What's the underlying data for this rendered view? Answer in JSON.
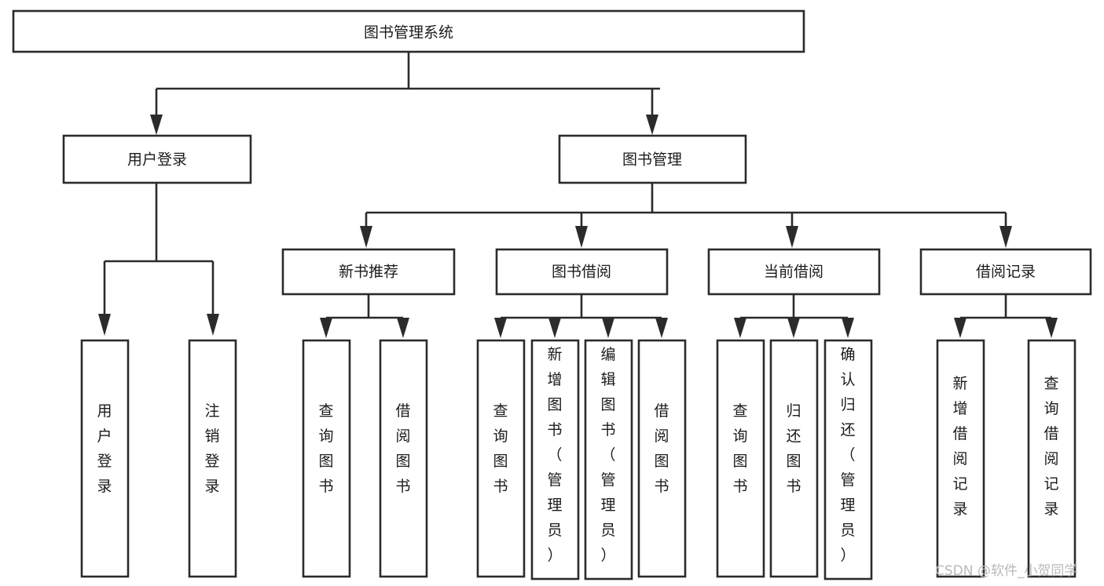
{
  "diagram": {
    "title": "图书管理系统",
    "type": "tree-hierarchy-diagram",
    "background_color": "#ffffff",
    "stroke_color": "#2b2b2b",
    "box_fill_color": "#ffffff",
    "text_color": "#1b1b1b"
  },
  "nodes": {
    "root": {
      "label": "图书管理系统",
      "level": 0,
      "orientation": "horizontal"
    },
    "l1": [
      {
        "id": "user-login",
        "label": "用户登录",
        "level": 1,
        "orientation": "horizontal"
      },
      {
        "id": "book-management",
        "label": "图书管理",
        "level": 1,
        "orientation": "horizontal"
      }
    ],
    "l2": [
      {
        "id": "new-book-recommend",
        "label": "新书推荐",
        "level": 2,
        "orientation": "horizontal"
      },
      {
        "id": "book-borrow",
        "label": "图书借阅",
        "level": 2,
        "orientation": "horizontal"
      },
      {
        "id": "current-borrow",
        "label": "当前借阅",
        "level": 2,
        "orientation": "horizontal"
      },
      {
        "id": "borrow-record",
        "label": "借阅记录",
        "level": 2,
        "orientation": "horizontal"
      }
    ],
    "leaves": {
      "user-login": [
        {
          "id": "leaf-user-login",
          "label": "用户登录",
          "orientation": "vertical"
        },
        {
          "id": "leaf-user-logout",
          "label": "注销登录",
          "orientation": "vertical"
        }
      ],
      "new-book-recommend": [
        {
          "id": "leaf-query-book-1",
          "label": "查询图书",
          "orientation": "vertical"
        },
        {
          "id": "leaf-borrow-book-1",
          "label": "借阅图书",
          "orientation": "vertical"
        }
      ],
      "book-borrow": [
        {
          "id": "leaf-query-book-2",
          "label": "查询图书",
          "orientation": "vertical"
        },
        {
          "id": "leaf-add-book",
          "label": "新增图书（管理员）",
          "orientation": "vertical"
        },
        {
          "id": "leaf-edit-book",
          "label": "编辑图书（管理员）",
          "orientation": "vertical"
        },
        {
          "id": "leaf-borrow-book-2",
          "label": "借阅图书",
          "orientation": "vertical"
        }
      ],
      "current-borrow": [
        {
          "id": "leaf-query-book-3",
          "label": "查询图书",
          "orientation": "vertical"
        },
        {
          "id": "leaf-return-book",
          "label": "归还图书",
          "orientation": "vertical"
        },
        {
          "id": "leaf-confirm-return",
          "label": "确认归还（管理员）",
          "orientation": "vertical"
        }
      ],
      "borrow-record": [
        {
          "id": "leaf-add-record",
          "label": "新增借阅记录",
          "orientation": "vertical"
        },
        {
          "id": "leaf-query-record",
          "label": "查询借阅记录",
          "orientation": "vertical"
        }
      ]
    }
  },
  "watermark": {
    "text": "CSDN @软件_小贺同学",
    "color": "#b9b9b9"
  }
}
